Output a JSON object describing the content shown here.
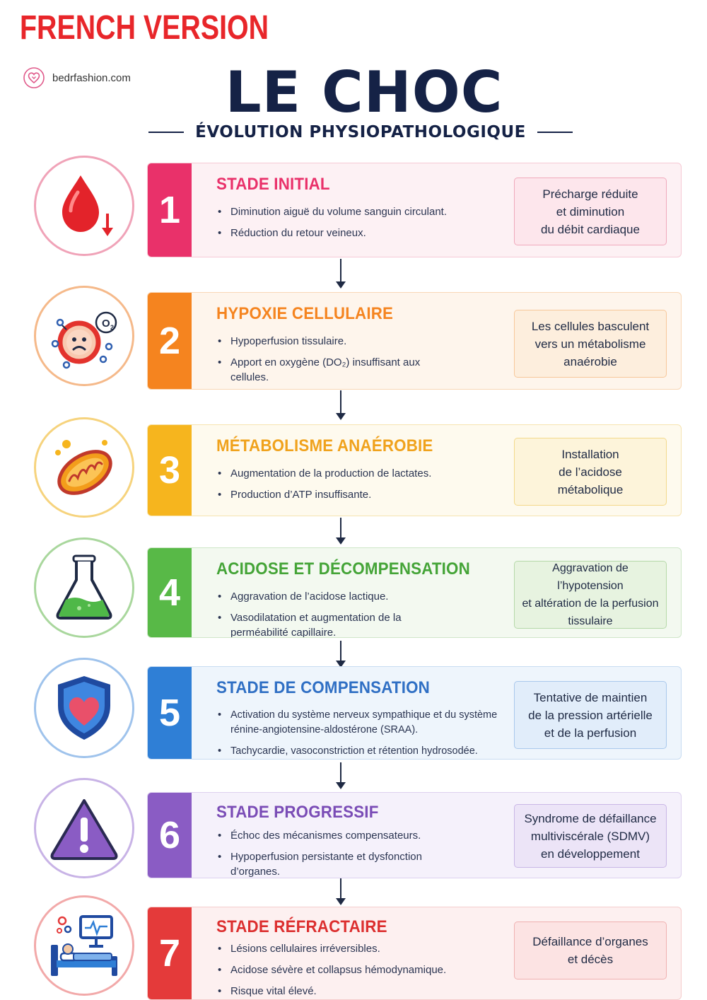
{
  "header": {
    "version_label": "FRENCH VERSION",
    "brand": "bedrfashion.com",
    "title": "LE CHOC",
    "subtitle": "ÉVOLUTION PHYSIOPATHOLOGIQUE"
  },
  "stages": [
    {
      "number": "1",
      "title": "STADE INITIAL",
      "bullets": [
        "Diminution aiguë du volume sanguin circulant.",
        "Réduction du retour veineux."
      ],
      "note": [
        "Précharge réduite",
        "et diminution",
        "du débit cardiaque"
      ],
      "icon": "blood-drop-down-icon",
      "color": "#e9316a",
      "card_bg": "#fdf1f4",
      "border": "#f6c9d5"
    },
    {
      "number": "2",
      "title": "HYPOXIE CELLULAIRE",
      "bullets": [
        "Hypoperfusion tissulaire.",
        "Apport en oxygène (DO₂) insuffisant aux cellules."
      ],
      "note": [
        "Les cellules basculent",
        "vers un métabolisme",
        "anaérobie"
      ],
      "icon": "sad-cell-oxygen-icon",
      "color": "#f5841f",
      "card_bg": "#fef5ec",
      "border": "#f9d7b6"
    },
    {
      "number": "3",
      "title": "MÉTABOLISME ANAÉROBIE",
      "bullets": [
        "Augmentation de la production de lactates.",
        "Production d’ATP insuffisante."
      ],
      "note": [
        "Installation",
        "de l’acidose",
        "métabolique"
      ],
      "icon": "mitochondria-icon",
      "color": "#f6b51e",
      "card_bg": "#fefaee",
      "border": "#f6e4b0"
    },
    {
      "number": "4",
      "title": "ACIDOSE ET DÉCOMPENSATION",
      "bullets": [
        "Aggravation de l’acidose lactique.",
        "Vasodilatation et augmentation de la perméabilité capillaire."
      ],
      "note": [
        "Aggravation de l’hypotension",
        "et altération de la perfusion",
        "tissulaire"
      ],
      "icon": "flask-icon",
      "color": "#58b947",
      "card_bg": "#f3f9f0",
      "border": "#cfe6c8"
    },
    {
      "number": "5",
      "title": "STADE DE COMPENSATION",
      "bullets": [
        "Activation du système nerveux sympathique et du système rénine-angiotensine-aldostérone (SRAA).",
        "Tachycardie, vasoconstriction et rétention hydrosodée."
      ],
      "note": [
        "Tentative de maintien",
        "de la pression artérielle",
        "et de la perfusion"
      ],
      "icon": "shield-heart-icon",
      "color": "#2f7fd6",
      "card_bg": "#eef5fc",
      "border": "#c8dcf2"
    },
    {
      "number": "6",
      "title": "STADE PROGRESSIF",
      "bullets": [
        "Échoc des mécanismes compensateurs.",
        "Hypoperfusion persistante et dysfonction d’organes."
      ],
      "note": [
        "Syndrome de défaillance",
        "multiviscérale (SDMV)",
        "en développement"
      ],
      "icon": "warning-triangle-icon",
      "color": "#8a5cc4",
      "card_bg": "#f5f1fb",
      "border": "#ddd0ef"
    },
    {
      "number": "7",
      "title": "STADE RÉFRACTAIRE",
      "bullets": [
        "Lésions cellulaires irréversibles.",
        "Acidose sévère et collapsus hémodynamique.",
        "Risque vital élevé."
      ],
      "note": [
        "Défaillance d’organes",
        "et décès"
      ],
      "icon": "hospital-bed-monitor-icon",
      "color": "#e43a3a",
      "card_bg": "#fdf0f0",
      "border": "#f5cccc"
    }
  ]
}
